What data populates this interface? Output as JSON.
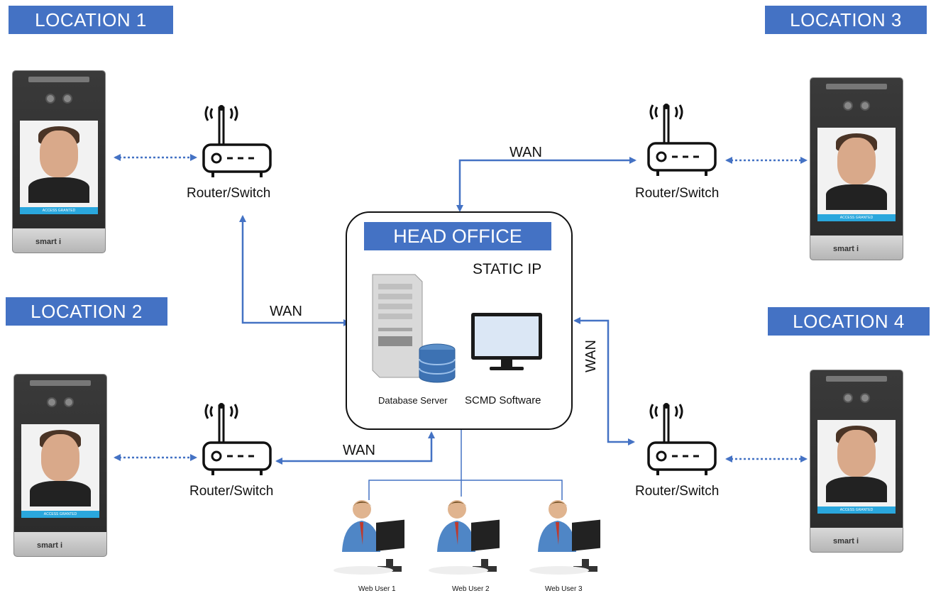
{
  "locations": {
    "loc1": "LOCATION 1",
    "loc2": "LOCATION 2",
    "loc3": "LOCATION 3",
    "loc4": "LOCATION 4"
  },
  "router_label": "Router/Switch",
  "wan_label": "WAN",
  "head_office": {
    "title": "HEAD OFFICE",
    "static_ip": "STATIC IP",
    "database_server": "Database Server",
    "software": "SCMD Software"
  },
  "web_users": [
    "Web User 1",
    "Web User 2",
    "Web User 3"
  ],
  "terminal": {
    "screen_text": "ACCESS GRANTED",
    "brand": "smart i"
  },
  "colors": {
    "accent": "#4472c4",
    "line": "#4472c4"
  },
  "icons": [
    "router-icon",
    "face-terminal-icon",
    "server-icon",
    "database-icon",
    "monitor-icon",
    "web-user-icon"
  ]
}
